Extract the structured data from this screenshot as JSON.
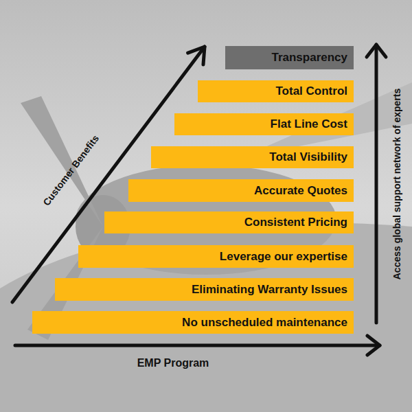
{
  "diagram": {
    "nodes": [
      {
        "text": [
          "Transparency"
        ]
      },
      {
        "text": [
          "Total Control"
        ]
      },
      {
        "text": [
          "Flat Line Cost"
        ]
      },
      {
        "text": [
          "Total Visibility"
        ]
      },
      {
        "text": [
          "Accurate Quotes"
        ]
      },
      {
        "text": [
          "Consistent Pricing"
        ]
      },
      {
        "text": [
          "Leverage our expertise"
        ]
      },
      {
        "text": [
          "Eliminating Warranty Issues"
        ]
      },
      {
        "text": [
          "No unscheduled maintenance"
        ]
      }
    ],
    "labels": [
      "Customer Benefits",
      "EMP Program",
      "Access global support network of experts"
    ]
  }
}
